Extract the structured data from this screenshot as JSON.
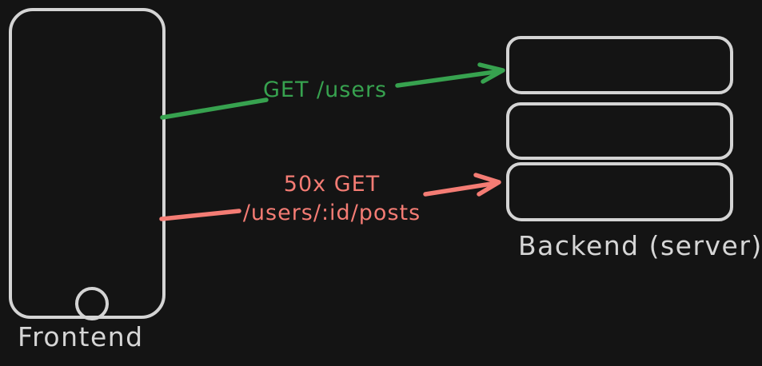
{
  "colors": {
    "background": "#141414",
    "stroke": "#d4d4d4",
    "green": "#37a24f",
    "red": "#f47c74"
  },
  "frontend": {
    "label": "Frontend"
  },
  "backend": {
    "label": "Backend (server)",
    "box_count": 3
  },
  "arrows": {
    "get_users": {
      "label": "GET /users",
      "color": "#37a24f",
      "from": "frontend",
      "to": "backend-box-1"
    },
    "get_posts": {
      "label_line1": "50x GET",
      "label_line2": "/users/:id/posts",
      "color": "#f47c74",
      "from": "frontend",
      "to": "backend-box-3"
    }
  }
}
